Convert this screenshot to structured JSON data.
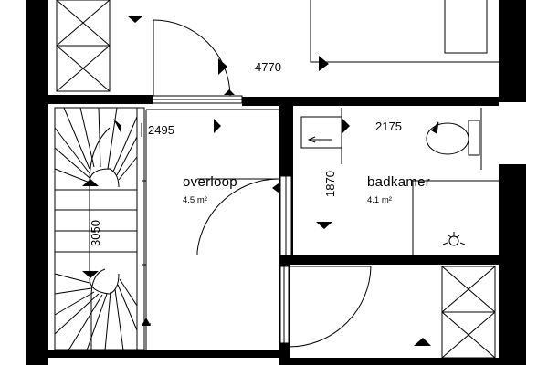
{
  "rooms": {
    "overloop": {
      "name": "overloop",
      "area": "4.5 m²"
    },
    "badkamer": {
      "name": "badkamer",
      "area": "4.1 m²"
    }
  },
  "dimensions": {
    "top_room_width": "4770",
    "landing_width": "2495",
    "bath_width": "2175",
    "bath_depth": "1870",
    "stair_length": "3050"
  },
  "colors": {
    "wall": "#000000",
    "line": "#000000",
    "background": "#ffffff"
  }
}
